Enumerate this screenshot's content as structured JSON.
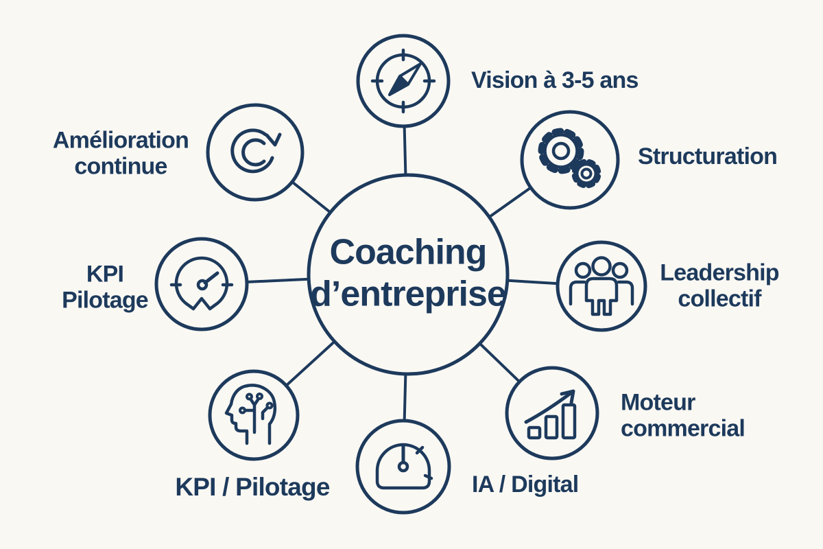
{
  "diagram": {
    "background": "#faf8f3",
    "ink": "#1d3a5c",
    "center": {
      "lines": [
        "Coaching",
        "d’entreprise"
      ]
    },
    "nodes": [
      {
        "id": "vision",
        "icon": "compass-icon",
        "label_lines": [
          "Vision à 3-5 ans"
        ]
      },
      {
        "id": "structuration",
        "icon": "gears-icon",
        "label_lines": [
          "Structuration"
        ]
      },
      {
        "id": "leadership-collectif",
        "icon": "people-group-icon",
        "label_lines": [
          "Leadership",
          "collectif"
        ]
      },
      {
        "id": "moteur-commercial",
        "icon": "growth-chart-icon",
        "label_lines": [
          "Moteur",
          "commercial"
        ]
      },
      {
        "id": "ia-digital",
        "icon": "gauge-icon",
        "label_lines": [
          "IA / Digital"
        ]
      },
      {
        "id": "kpi-pilotage",
        "icon": "head-circuit-icon",
        "label_lines": [
          "KPI / Pilotage"
        ]
      },
      {
        "id": "kpi-pilotage-left",
        "icon": "speedometer-icon",
        "label_lines": [
          "KPI",
          "Pilotage"
        ]
      },
      {
        "id": "amelioration-continue",
        "icon": "refresh-cycle-icon",
        "label_lines": [
          "Amélioration",
          "continue"
        ]
      }
    ]
  }
}
